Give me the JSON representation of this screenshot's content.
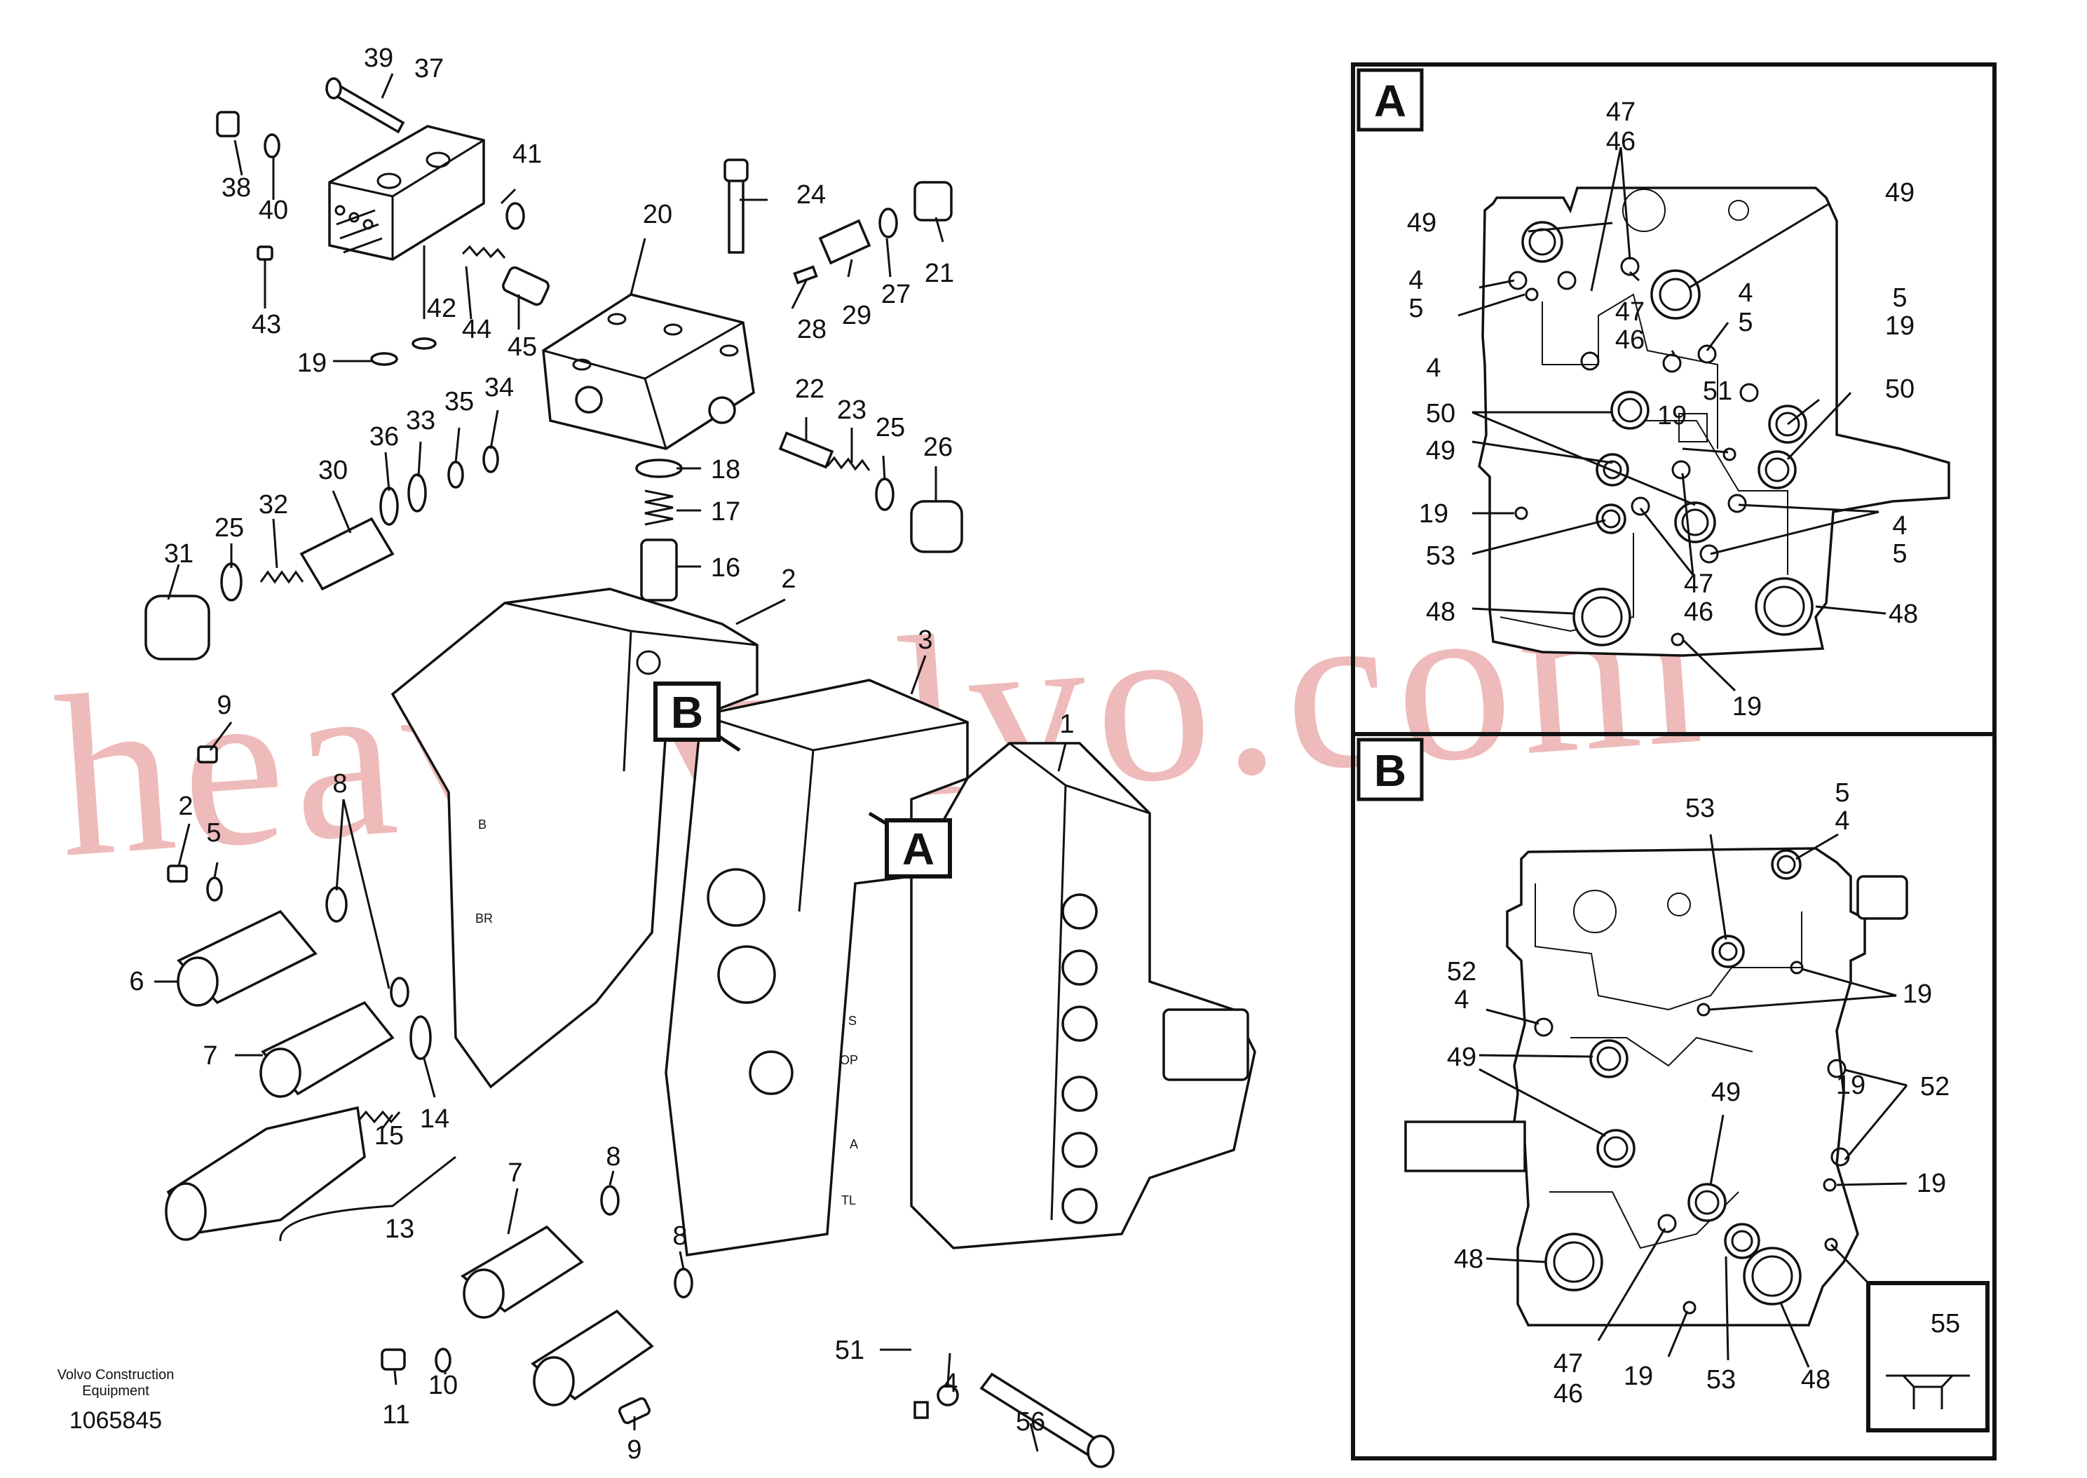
{
  "drawing_number": "1065845",
  "credit": {
    "line1": "Volvo Construction",
    "line2": "Equipment"
  },
  "watermark": "heavyvolvo.com",
  "main_labels": [
    "39",
    "37",
    "38",
    "40",
    "41",
    "43",
    "19",
    "42",
    "44",
    "45",
    "20",
    "24",
    "21",
    "28",
    "29",
    "27",
    "31",
    "25",
    "32",
    "30",
    "36",
    "33",
    "35",
    "34",
    "22",
    "23",
    "25",
    "26",
    "18",
    "17",
    "16",
    "2",
    "3",
    "1",
    "9",
    "8",
    "2",
    "5",
    "6",
    "7",
    "14",
    "15",
    "13",
    "8",
    "7",
    "8",
    "11",
    "10",
    "9",
    "51",
    "4",
    "56"
  ],
  "callouts": {
    "view_a": "A",
    "view_b": "B"
  },
  "valve_port_marks": [
    "B",
    "BR",
    "S",
    "OP",
    "A",
    "TL"
  ],
  "panel_a": {
    "tag": "A",
    "labels": [
      "47",
      "46",
      "49",
      "49",
      "4",
      "5",
      "4",
      "5",
      "47",
      "46",
      "4",
      "5",
      "19",
      "50",
      "51",
      "49",
      "19",
      "50",
      "19",
      "4",
      "5",
      "53",
      "47",
      "46",
      "48",
      "48",
      "19"
    ]
  },
  "panel_b": {
    "tag": "B",
    "labels": [
      "5",
      "4",
      "53",
      "52",
      "4",
      "19",
      "49",
      "19",
      "52",
      "49",
      "19",
      "48",
      "47",
      "46",
      "19",
      "53",
      "48",
      "55"
    ]
  }
}
